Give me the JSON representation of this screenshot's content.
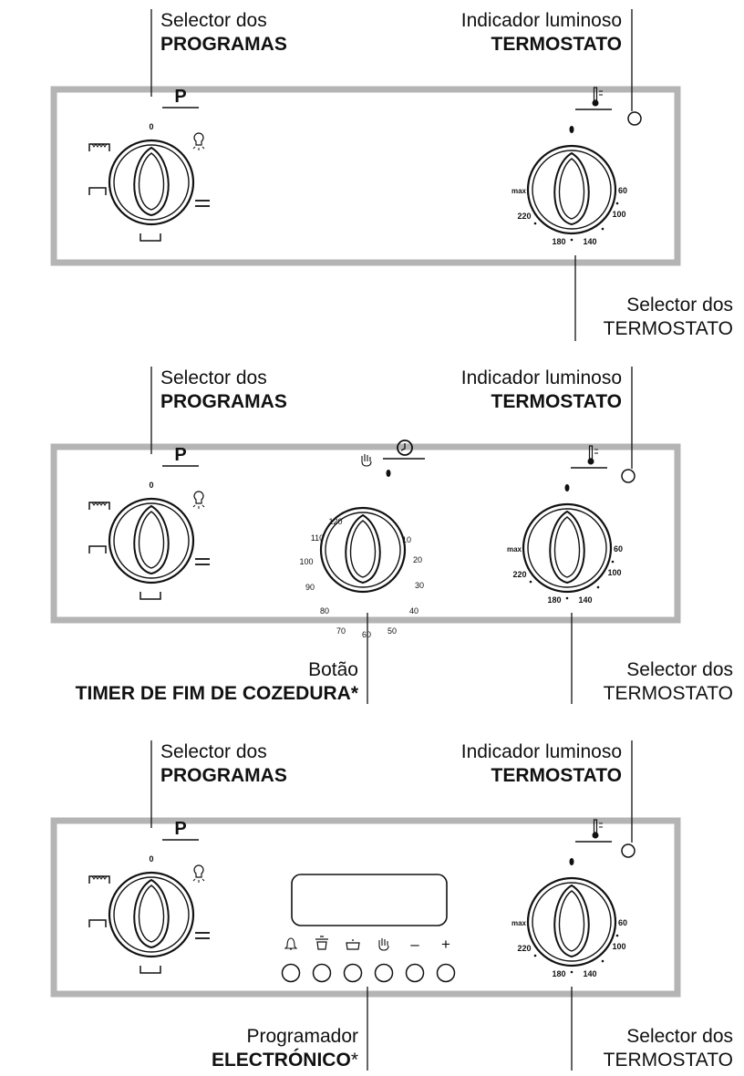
{
  "panel_a": {
    "programs_label": {
      "line1": "Selector dos",
      "line2": "PROGRAMAS"
    },
    "light_label": {
      "line1": "Indicador luminoso",
      "line2": "TERMOSTATO"
    },
    "thermostat_label": {
      "line1": "Selector dos",
      "line2": "TERMOSTATO"
    }
  },
  "panel_b": {
    "programs_label": {
      "line1": "Selector dos",
      "line2": "PROGRAMAS"
    },
    "light_label": {
      "line1": "Indicador luminoso",
      "line2": "TERMOSTATO"
    },
    "timer_label": {
      "line1": "Botão",
      "line2": "TIMER DE FIM DE COZEDURA*"
    },
    "thermostat_label": {
      "line1": "Selector dos",
      "line2": "TERMOSTATO"
    }
  },
  "panel_c": {
    "programs_label": {
      "line1": "Selector dos",
      "line2": "PROGRAMAS"
    },
    "light_label": {
      "line1": "Indicador luminoso",
      "line2": "TERMOSTATO"
    },
    "programmer_label": {
      "line1": "Programador",
      "line2_bold": "ELECTRÓNICO",
      "line2_suffix": "*"
    },
    "thermostat_label": {
      "line1": "Selector dos",
      "line2": "TERMOSTATO"
    }
  },
  "program_dial": {
    "letter": "P",
    "zero": "0"
  },
  "thermostat_dial": {
    "labels": [
      "max",
      "60",
      "220",
      "100",
      "180",
      "140"
    ]
  },
  "timer_dial": {
    "labels": [
      "120",
      "10",
      "110",
      "20",
      "100",
      "30",
      "90",
      "40",
      "80",
      "50",
      "70",
      "60"
    ]
  },
  "programmer_buttons": [
    "bell-icon",
    "pot-lid-icon",
    "pot-icon",
    "hand-icon",
    "minus-icon",
    "plus-icon"
  ],
  "programmer_button_glyphs": [
    "",
    "",
    "",
    "",
    "–",
    "+"
  ],
  "colors": {
    "panel_border": "#b4b4b4",
    "line": "#111111"
  }
}
